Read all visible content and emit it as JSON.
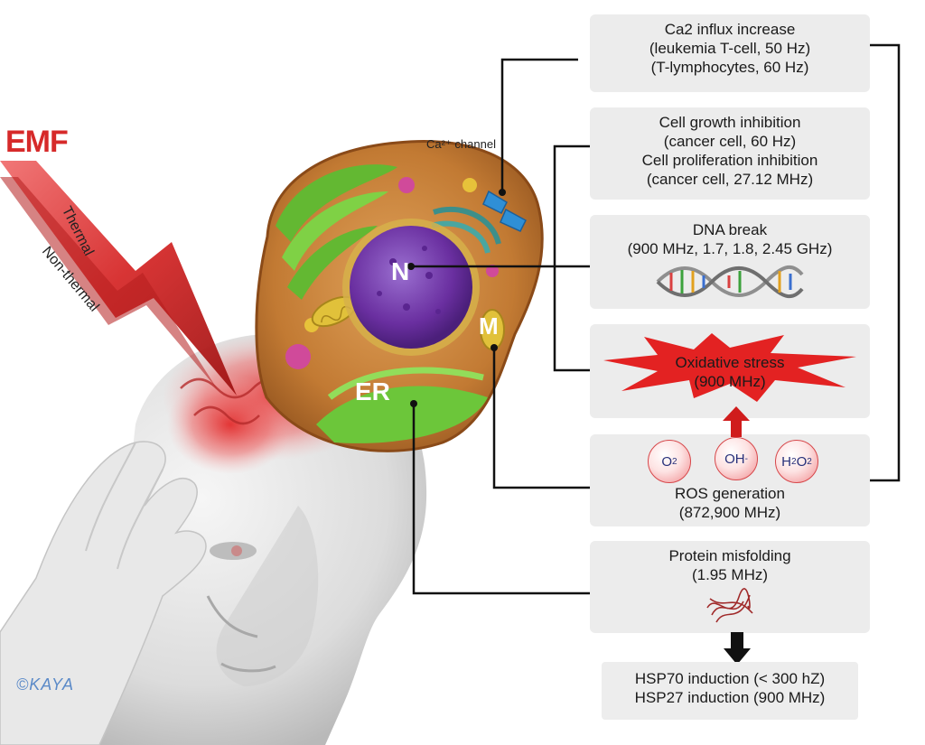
{
  "emf_label": "EMF",
  "thermal_label": "Thermal",
  "nonthermal_label": "Non-thermal",
  "ca_channel_label": "Ca²⁺ channel",
  "organelles": {
    "nucleus": "N",
    "mitochondria": "M",
    "er": "ER"
  },
  "copyright": "©KAYA",
  "effects": [
    {
      "lines": [
        "Ca2 influx increase",
        "(leukemia T-cell, 50 Hz)",
        "(T-lymphocytes, 60 Hz)"
      ]
    },
    {
      "lines": [
        "Cell growth inhibition",
        "(cancer cell, 60 Hz)",
        "Cell proliferation inhibition",
        "(cancer cell, 27.12 MHz)"
      ]
    },
    {
      "lines": [
        "DNA break",
        "(900 MHz, 1.7, 1.8, 2.45 GHz)"
      ]
    },
    {
      "lines": [
        "Oxidative stress",
        "(900 MHz)"
      ]
    },
    {
      "lines": [
        "ROS generation",
        "(872,900 MHz)"
      ]
    },
    {
      "lines": [
        "Protein misfolding",
        "(1.95 MHz)"
      ]
    },
    {
      "lines": [
        "HSP70 induction (< 300 hZ)",
        "HSP27 induction (900 MHz)"
      ]
    }
  ],
  "ros_molecules": [
    {
      "base": "O",
      "sub": "2",
      "sup": ""
    },
    {
      "base": "OH",
      "sub": "",
      "sup": "-"
    },
    {
      "base": "H",
      "sub": "2",
      "mid": "O",
      "sub2": "2"
    }
  ],
  "colors": {
    "panel": "#ececec",
    "emf_red": "#d62a2a",
    "stress_star": "#e32222",
    "nucleus": "#6a2fa0",
    "er_green": "#6cc63a",
    "cytoplasm": "#c8843a",
    "channel_blue": "#2f8fd6"
  }
}
